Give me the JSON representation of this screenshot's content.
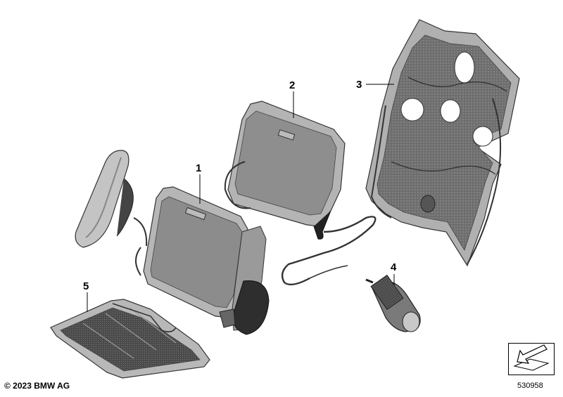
{
  "callouts": [
    {
      "id": "1",
      "label": "1"
    },
    {
      "id": "2",
      "label": "2"
    },
    {
      "id": "3",
      "label": "3"
    },
    {
      "id": "4",
      "label": "4"
    },
    {
      "id": "5",
      "label": "5"
    }
  ],
  "footer": {
    "copyright": "© 2023 BMW AG",
    "diagram_number": "530958"
  },
  "colors": {
    "pad_fill": "#8c8c8c",
    "pad_dark": "#555555",
    "frame_fill": "#b8b8b8",
    "cable": "#333333",
    "outline": "#222222"
  },
  "icons": {
    "nav": "view-direction-arrow-icon"
  }
}
